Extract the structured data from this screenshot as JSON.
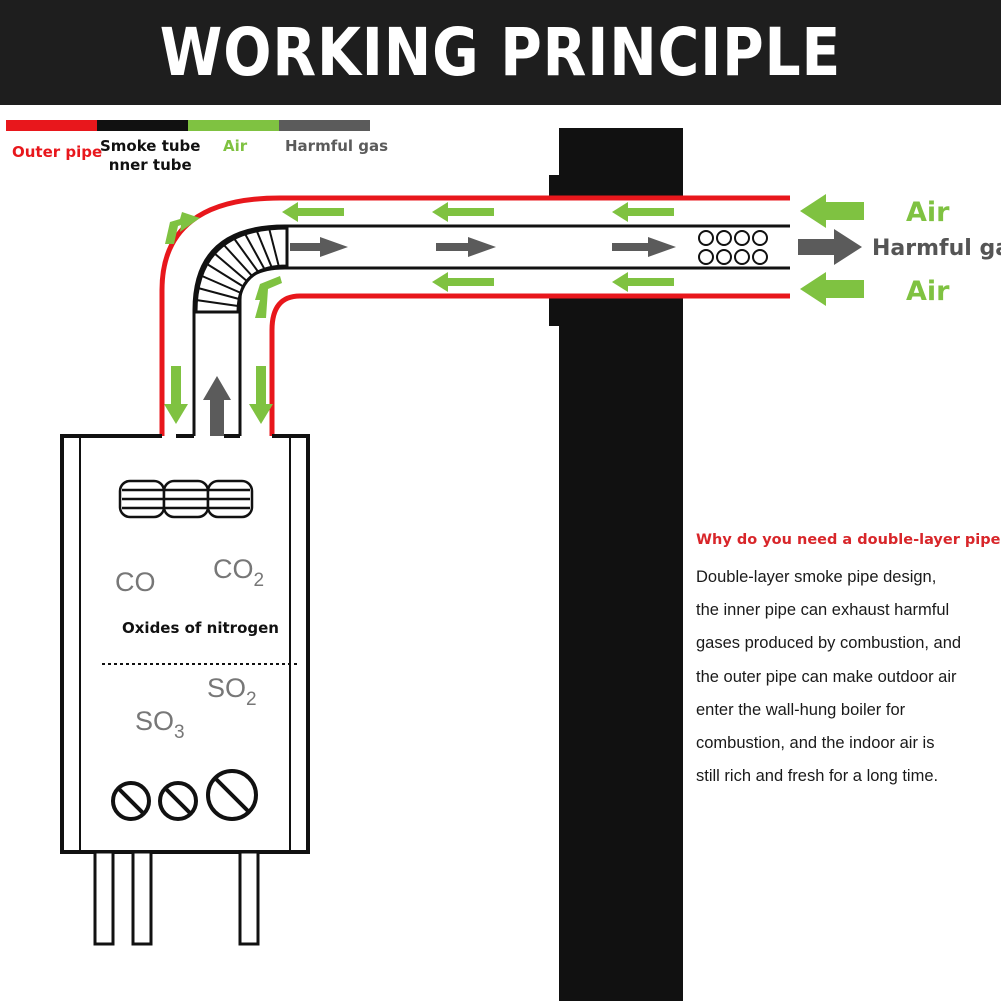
{
  "title": "WORKING PRINCIPLE",
  "legend": [
    {
      "label": "Outer pipe",
      "color": "#e8171c"
    },
    {
      "label": "Smoke tube\nnner tube",
      "color": "#111111"
    },
    {
      "label": "Air",
      "color": "#7fc241"
    },
    {
      "label": "Harmful gas",
      "color": "#5b5b5b"
    }
  ],
  "flow_labels": {
    "air_top": "Air",
    "harmful_gas": "Harmful gas",
    "air_bottom": "Air"
  },
  "boiler_gases": {
    "co": {
      "base": "CO",
      "sub": ""
    },
    "co2": {
      "base": "CO",
      "sub": "2"
    },
    "so2": {
      "base": "SO",
      "sub": "2"
    },
    "so3": {
      "base": "SO",
      "sub": "3"
    },
    "oxides": "Oxides of nitrogen"
  },
  "explanation": {
    "question": "Why do you need a double-layer pipe?",
    "lines": [
      "Double-layer smoke pipe design,",
      "the inner pipe can exhaust harmful",
      "gases produced by combustion, and",
      "the outer pipe can make outdoor air",
      "enter the wall-hung boiler for",
      "combustion, and the indoor air is",
      "still rich and fresh for a long time."
    ]
  },
  "colors": {
    "outer_pipe": "#e8171c",
    "inner_tube": "#111111",
    "air": "#7fc241",
    "harmful_gas": "#5b5b5b",
    "wall": "#111111"
  }
}
